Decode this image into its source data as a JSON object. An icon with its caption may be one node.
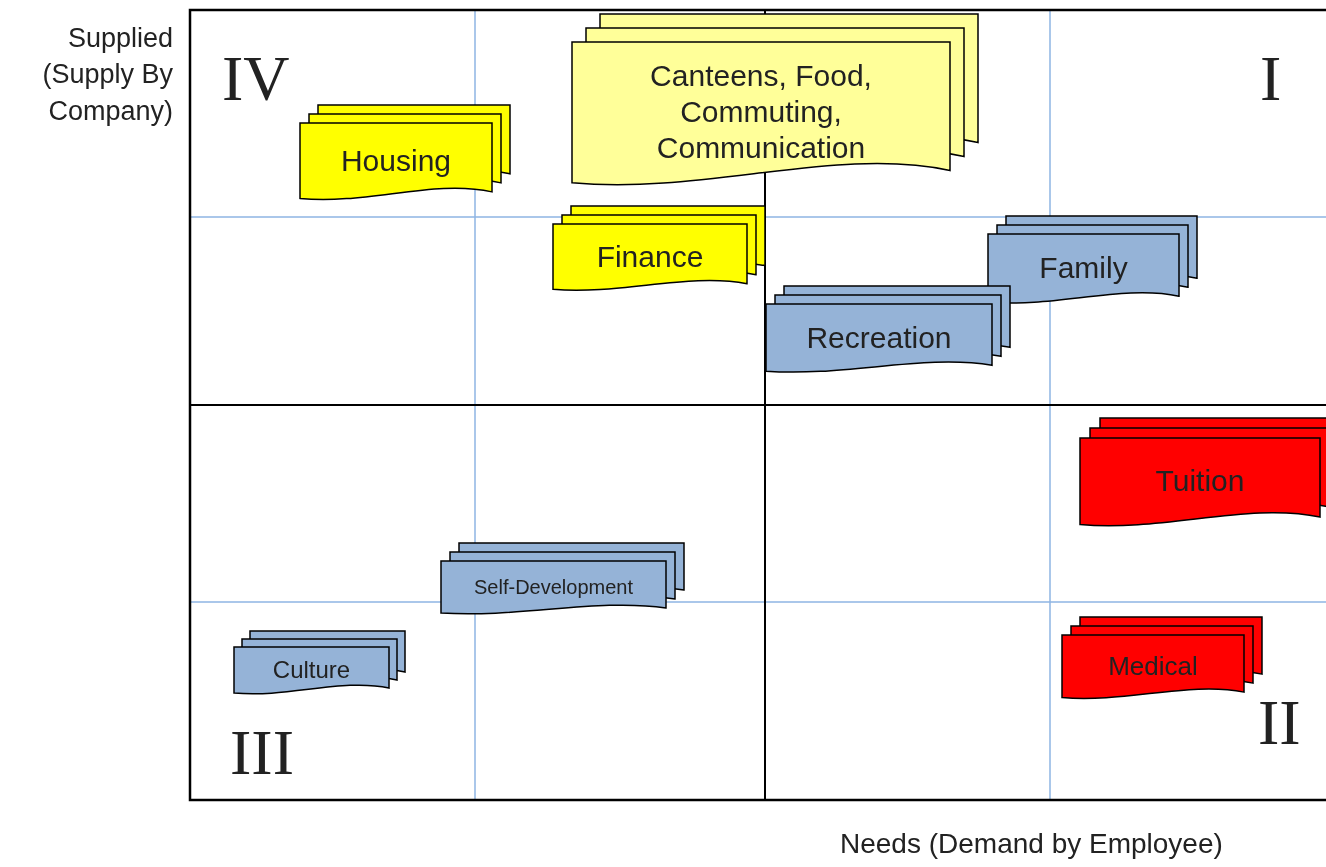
{
  "diagram": {
    "nodes": [
      {
        "text": [
          "Canteens, Food, Commuting, Communication"
        ]
      },
      {
        "text": [
          "Housing"
        ]
      },
      {
        "text": [
          "Finance"
        ]
      },
      {
        "text": [
          "Family"
        ]
      },
      {
        "text": [
          "Recreation"
        ]
      },
      {
        "text": [
          "Tuition"
        ]
      },
      {
        "text": [
          "Self-Development"
        ]
      },
      {
        "text": [
          "Culture"
        ]
      },
      {
        "text": [
          "Medical"
        ]
      }
    ],
    "edges": [],
    "labels": [
      "Supplied (Supply By Company)",
      "IV",
      "I",
      "III",
      "II",
      "Needs (Demand by Employee)"
    ]
  }
}
